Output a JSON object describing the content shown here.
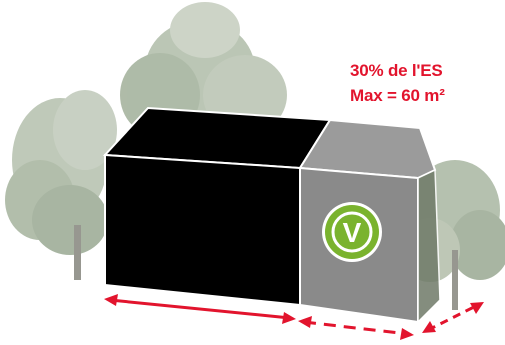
{
  "annotation": {
    "line1": "30% de l'ES",
    "line2": "Max = 60 m²"
  },
  "badge": {
    "letter": "V"
  },
  "colors": {
    "annotation_red": "#e2142d",
    "main_building": "#000000",
    "extension": "#8a8a8a",
    "badge_green": "#7ab32e",
    "tree_green": "#a9b6a2"
  },
  "icons": {
    "trees": "tree-icon",
    "arrows": "double-arrow-icon"
  }
}
